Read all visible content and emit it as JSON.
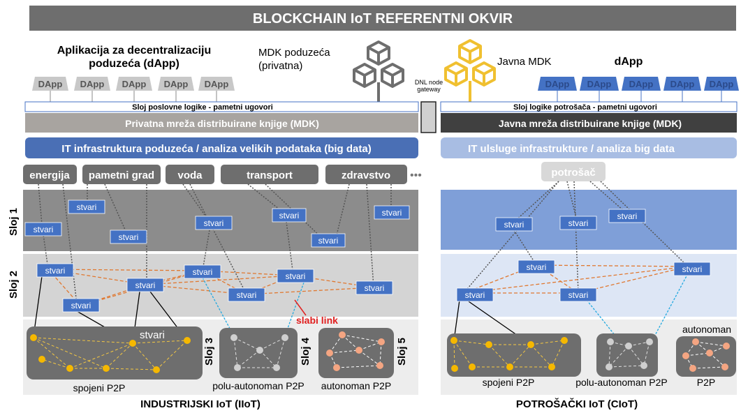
{
  "title": "BLOCKCHAIN IoT REFERENTNI OKVIR",
  "left_dapp_heading_line1": "Aplikacija za decentralizaciju",
  "left_dapp_heading_line2": "poduzeća (dApp)",
  "mdk_private_line1": "MDK poduzeća",
  "mdk_private_line2": "(privatna)",
  "mdk_public": "Javna MDK",
  "right_dapp_heading": "dApp",
  "dapp_label": "DApp",
  "gateway_line1": "DNL node",
  "gateway_line2": "gateway",
  "left_business_logic": "Sloj poslovne logike - pametni ugovori",
  "right_consumer_logic": "Sloj logike potrošača - pametni ugovori",
  "left_ledger": "Privatna mreža distribuirane knjige (MDK)",
  "right_ledger": "Javna mreža distribuirane knjige (MDK)",
  "left_it_infra": "IT infrastruktura poduzeća / analiza velikih podataka (big data)",
  "right_it_infra": "IT ulsluge infrastrukture / analiza big data",
  "sectors": [
    "energija",
    "pametni grad",
    "voda",
    "transport",
    "zdravstvo"
  ],
  "sectors_more": "•••",
  "consumer": "potrošač",
  "thing_label": "stvari",
  "layer1": "Sloj 1",
  "layer2": "Sloj 2",
  "layer3": "Sloj 3",
  "layer4": "Sloj 4",
  "layer5": "Sloj 5",
  "weak_link": "slabi link",
  "group_connected_left": "spojeni P2P",
  "group_semi_left": "polu-autonoman P2P",
  "group_auto_left": "autonoman P2P",
  "group_connected_right": "spojeni P2P",
  "group_semi_right": "polu-autonoman P2P",
  "group_auto_right_line1": "autonoman",
  "group_auto_right_line2": "P2P",
  "left_footer": "INDUSTRIJSKI IoT (IIoT)",
  "right_footer": "POTROŠAČKI IoT (CIoT)",
  "colors": {
    "title_bar": "#6e6e6e",
    "dapp_left": "#c8c8c8",
    "dapp_right": "#4472c4",
    "it_infra_left": "#4a6fb5",
    "it_infra_right": "#a8bde3",
    "ledger_left": "#a8a4a0",
    "ledger_right": "#404040",
    "thing": "#4472c4",
    "node_connected": "#f5b800",
    "node_semi": "#cfcfcf",
    "node_auto": "#f4a582",
    "weak_link": "#e02020"
  }
}
